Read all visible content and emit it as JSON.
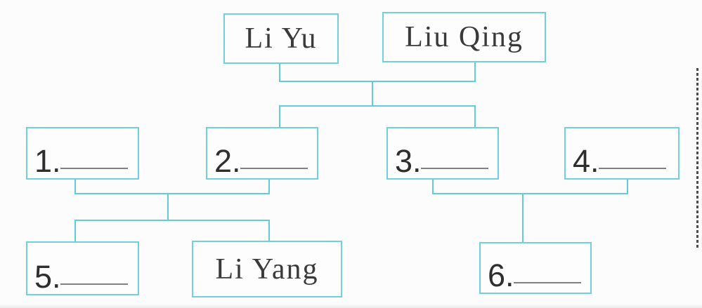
{
  "page": {
    "background_color": "#fcfcfc",
    "accent_color": "#62cbdc",
    "name_text_color": "#3a3a3a",
    "number_text_color": "#2e2e2e"
  },
  "tree": {
    "type": "family-tree-fill-in-exercise",
    "named_nodes": [
      {
        "id": "li-yu",
        "label": "Li Yu",
        "generation": "top"
      },
      {
        "id": "liu-qing",
        "label": "Liu Qing",
        "generation": "top"
      },
      {
        "id": "li-yang",
        "label": "Li Yang",
        "generation": "bottom"
      }
    ],
    "blank_nodes": [
      {
        "id": "blank-1",
        "number": "1.",
        "generation": "middle"
      },
      {
        "id": "blank-2",
        "number": "2.",
        "generation": "middle"
      },
      {
        "id": "blank-3",
        "number": "3.",
        "generation": "middle"
      },
      {
        "id": "blank-4",
        "number": "4.",
        "generation": "middle"
      },
      {
        "id": "blank-5",
        "number": "5.",
        "generation": "bottom"
      },
      {
        "id": "blank-6",
        "number": "6.",
        "generation": "bottom"
      }
    ],
    "relationships": [
      "Li Yu + Liu Qing are a couple whose line descends to blanks 2 and 3",
      "Blank 1 + Blank 2 are a couple whose children are blank 5 and Li Yang",
      "Blank 3 + Blank 4 are a couple whose child is blank 6"
    ]
  }
}
